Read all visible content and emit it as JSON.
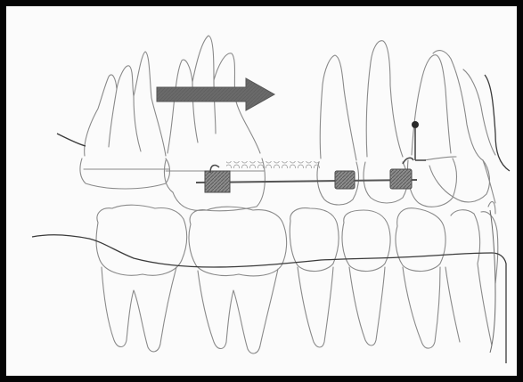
{
  "figure": {
    "subject": "dental-arch-lateral-view",
    "appliance": "fixed-orthodontic-bracket-and-archwire",
    "arrow_direction": "right",
    "colors": {
      "outline": "#8a8a8a",
      "wire": "#555555",
      "bracket": "#8c8c8c",
      "arrow": "#6a6a6a",
      "gum_line": "#3a3a3a",
      "border": "#050505",
      "background": "#fbfbfb"
    }
  }
}
